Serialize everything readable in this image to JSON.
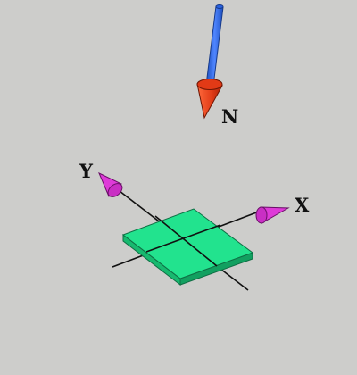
{
  "labels": {
    "normal": "N",
    "x_axis": "X",
    "y_axis": "Y"
  },
  "colors": {
    "background": "#cdcdcb",
    "normal_shaft": "#2a62e0",
    "normal_head": "#e23a16",
    "axis_cones": "#de3bd8",
    "plane": "#22e38e",
    "plane_edge": "#168f57",
    "axis_lines": "#111111"
  }
}
